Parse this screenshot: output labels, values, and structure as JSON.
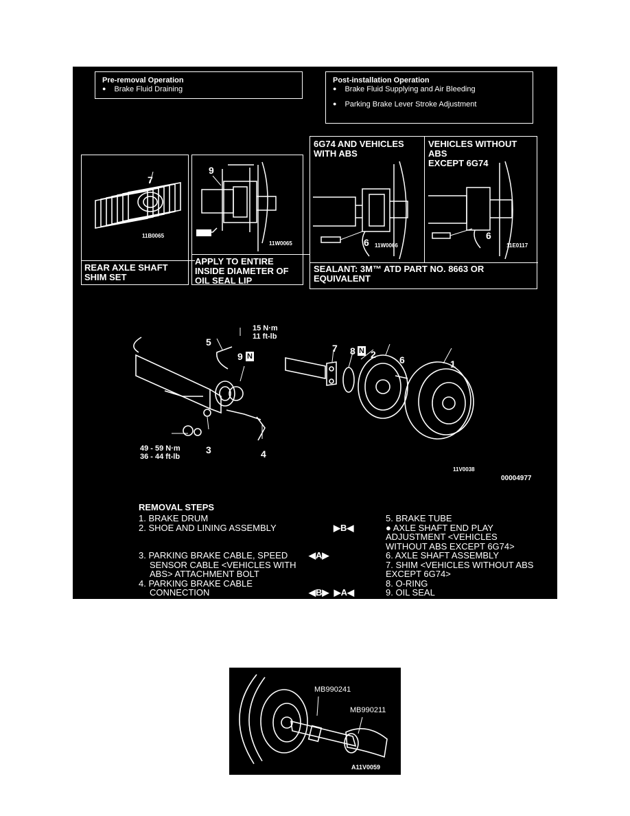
{
  "pre_removal": {
    "title": "Pre-removal Operation",
    "items": [
      "Brake Fluid Draining"
    ]
  },
  "post_installation": {
    "title": "Post-installation Operation",
    "items": [
      "Brake Fluid Supplying and Air Bleeding",
      "Parking Brake Lever Stroke Adjustment"
    ]
  },
  "detail_boxes": {
    "shim": {
      "callout": "7",
      "code": "11B0065",
      "caption": [
        "REAR AXLE SHAFT",
        "SHIM SET"
      ]
    },
    "oil_seal": {
      "callout": "9",
      "code": "11W0065",
      "caption": [
        "APPLY TO ENTIRE",
        "INSIDE DIAMETER OF",
        "OIL SEAL LIP"
      ]
    },
    "abs": {
      "header": [
        "6G74 AND VEHICLES",
        "WITH ABS"
      ],
      "callout": "6",
      "code": "11W0066"
    },
    "no_abs": {
      "header": [
        "VEHICLES WITHOUT ABS",
        "EXCEPT 6G74"
      ],
      "callout": "6",
      "code": "11E0117"
    },
    "sealant": [
      "SEALANT: 3M™ ATD PART NO. 8663 OR",
      "EQUIVALENT"
    ]
  },
  "main_diagram": {
    "torque_top": [
      "15 N·m",
      "11 ft-lb"
    ],
    "torque_bottom": [
      "49 - 59 N·m",
      "36 - 44 ft-lb"
    ],
    "callouts": [
      "5",
      "9",
      "7",
      "8",
      "2",
      "6",
      "1",
      "3",
      "4"
    ],
    "new_part_mark": "N",
    "code_a": "11V0038",
    "code_b": "00004977"
  },
  "removal_steps": {
    "title": "REMOVAL STEPS",
    "left": [
      {
        "num": "1.",
        "text": "BRAKE DRUM"
      },
      {
        "num": "2.",
        "text": "SHOE AND LINING ASSEMBLY"
      },
      {
        "num": "3.",
        "text": "PARKING BRAKE CABLE, SPEED\nSENSOR CABLE <VEHICLES WITH\nABS> ATTACHMENT BOLT"
      },
      {
        "num": "4.",
        "text": "PARKING BRAKE CABLE\nCONNECTION"
      }
    ],
    "right": [
      {
        "mark": "",
        "num": "5.",
        "text": "BRAKE TUBE"
      },
      {
        "mark": "▶B◀",
        "num": "●",
        "text": "AXLE SHAFT END PLAY\nADJUSTMENT <VEHICLES\nWITHOUT ABS EXCEPT 6G74>"
      },
      {
        "mark": "◀A▶",
        "num": "6.",
        "text": "AXLE SHAFT ASSEMBLY"
      },
      {
        "mark": "",
        "num": "7.",
        "text": "SHIM <VEHICLES WITHOUT ABS\nEXCEPT 6G74>"
      },
      {
        "mark": "",
        "num": "8.",
        "text": "O-RING"
      },
      {
        "mark": "◀B▶  ▶A◀",
        "num": "9.",
        "text": "OIL SEAL"
      }
    ]
  },
  "tool_figure": {
    "tool_1": "MB990241",
    "tool_2": "MB990211",
    "code": "A11V0059"
  }
}
